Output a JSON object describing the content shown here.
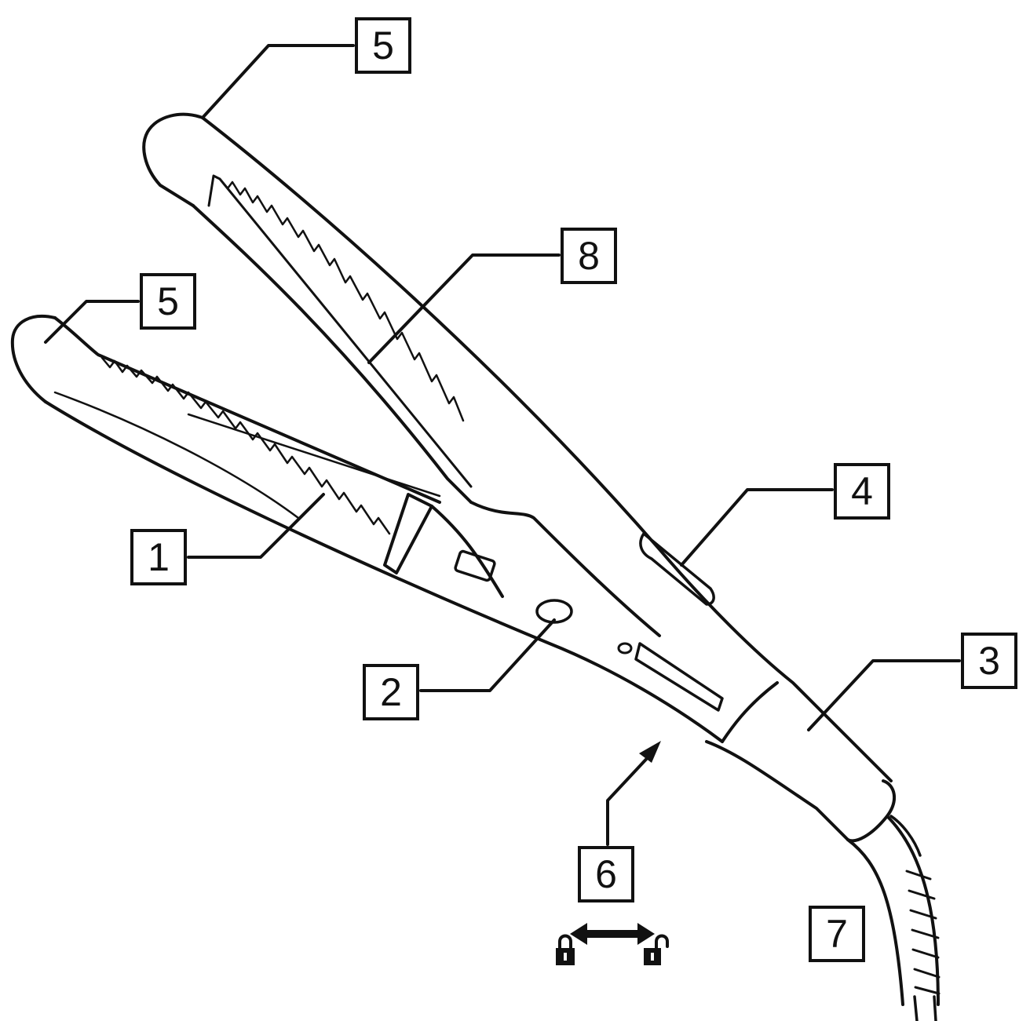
{
  "callouts": [
    {
      "id": "top-plate-tip",
      "number": "5"
    },
    {
      "id": "upper-arm",
      "number": "8"
    },
    {
      "id": "lower-plate-tip",
      "number": "5"
    },
    {
      "id": "button",
      "number": "4"
    },
    {
      "id": "lower-plate",
      "number": "1"
    },
    {
      "id": "handle-collar",
      "number": "3"
    },
    {
      "id": "switch",
      "number": "2"
    },
    {
      "id": "lock",
      "number": "6"
    },
    {
      "id": "cord",
      "number": "7"
    }
  ],
  "lock_indicator": {
    "locked_icon": "padlock-closed-icon",
    "unlocked_icon": "padlock-open-icon",
    "arrow_icon": "double-arrow-icon"
  },
  "colors": {
    "line": "#111111",
    "background": "#ffffff"
  }
}
